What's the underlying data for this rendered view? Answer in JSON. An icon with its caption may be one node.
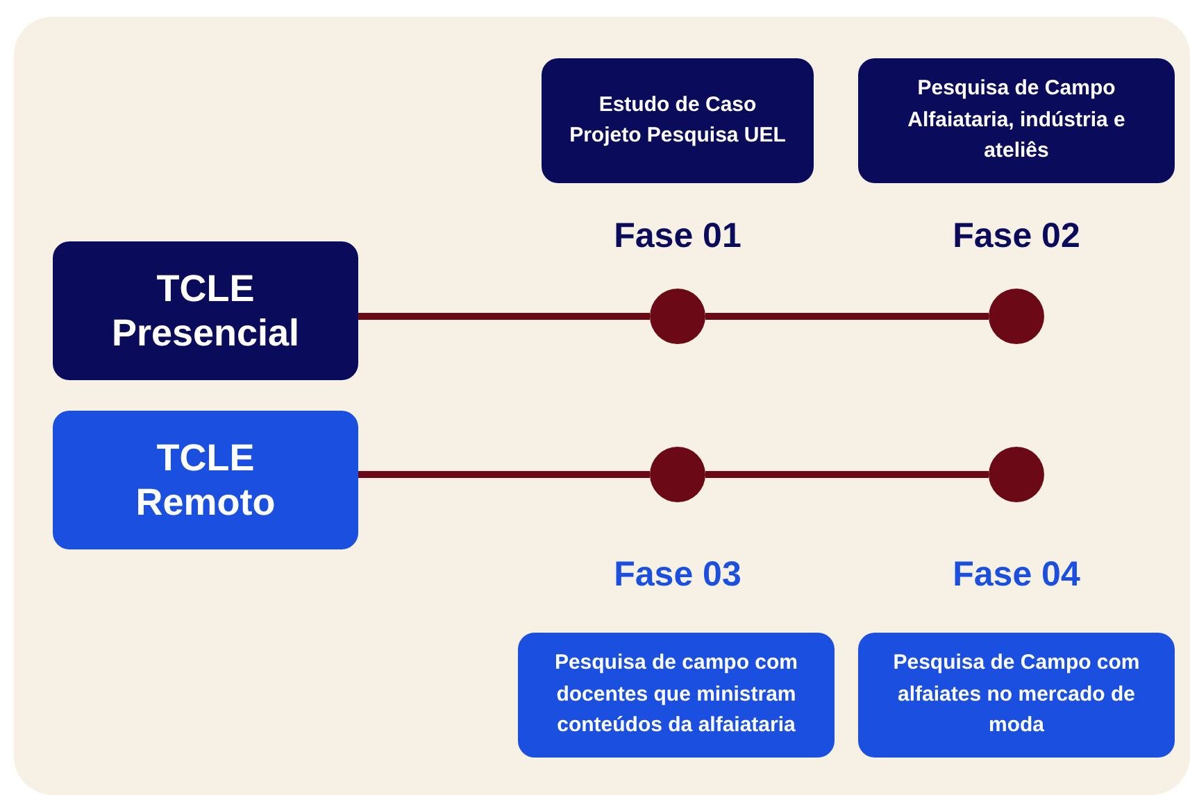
{
  "diagram": {
    "nodes": [
      {
        "text": [
          "Estudo de Caso Projeto Pesquisa UEL"
        ]
      },
      {
        "text": [
          "Pesquisa de Campo Alfaiataria, indústria e ateliês"
        ]
      },
      {
        "text": [
          "TCLE Presencial"
        ]
      },
      {
        "text": [],
        "shape": "circle",
        "beside": [
          "Fase 01"
        ]
      },
      {
        "text": [],
        "shape": "circle",
        "beside": [
          "Fase 02"
        ]
      },
      {
        "text": [
          "TCLE Remoto"
        ]
      },
      {
        "text": [],
        "shape": "circle",
        "beside": [
          "Fase 03"
        ]
      },
      {
        "text": [],
        "shape": "circle",
        "beside": [
          "Fase 04"
        ]
      },
      {
        "text": [
          "Pesquisa de campo com docentes que ministram conteúdos da alfaiataria"
        ]
      },
      {
        "text": [
          "Pesquisa de Campo com alfaiates no mercado de moda"
        ]
      }
    ],
    "edges": [
      {
        "from": 2,
        "to": 3,
        "arrow": "none"
      },
      {
        "from": 3,
        "to": 4,
        "arrow": "none"
      },
      {
        "from": 5,
        "to": 6,
        "arrow": "none"
      },
      {
        "from": 6,
        "to": 7,
        "arrow": "none"
      }
    ]
  }
}
